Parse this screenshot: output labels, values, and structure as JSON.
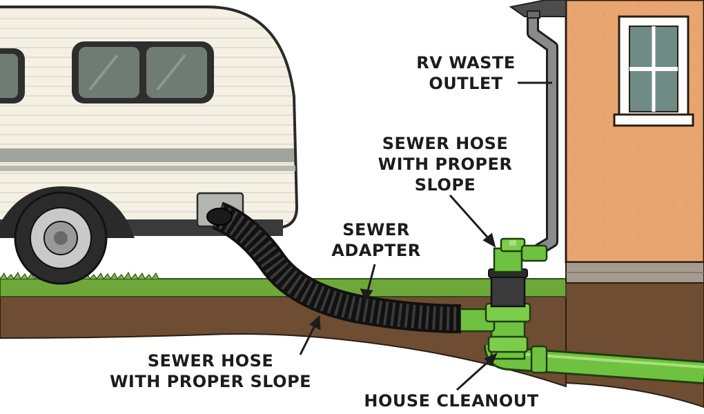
{
  "labels": {
    "rv_waste_outlet": [
      "RV WASTE",
      "OUTLET"
    ],
    "sewer_hose_upper": [
      "SEWER HOSE",
      "WITH PROPER",
      "SLOPE"
    ],
    "sewer_adapter": [
      "SEWER",
      "ADAPTER"
    ],
    "sewer_hose_lower": [
      "SEWER HOSE",
      "WITH PROPER SLOPE"
    ],
    "house_cleanout": [
      "HOUSE CLEANOUT"
    ]
  },
  "colors": {
    "rv_body": "#f4f1e4",
    "rv_stripe": "#a3a39e",
    "window_glass": "#6f7c74",
    "grass": "#6fa83a",
    "soil": "#6e4d33",
    "hose": "#2b2b2b",
    "pipe_green": "#6fc23f",
    "house_wall": "#e9a56f",
    "downspout": "#8a8a8a"
  }
}
